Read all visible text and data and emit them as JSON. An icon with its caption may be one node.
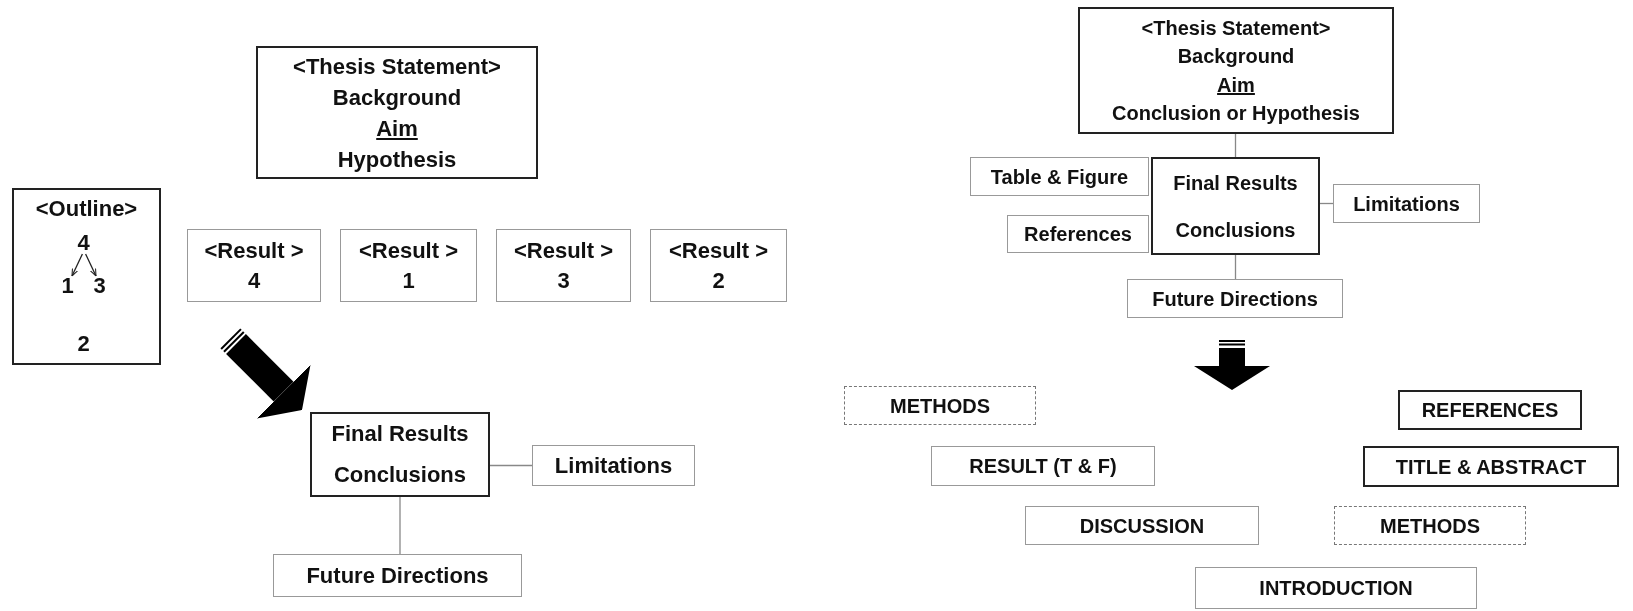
{
  "diagram": {
    "nodes": [
      {
        "text": [
          "<Thesis Statement>",
          "Background",
          "Aim",
          "Hypothesis"
        ]
      },
      {
        "text": [
          "<Outline>"
        ]
      },
      {
        "text": [
          "4"
        ],
        "in": 1
      },
      {
        "text": [
          "1"
        ],
        "in": 1
      },
      {
        "text": [
          "3"
        ],
        "in": 1
      },
      {
        "text": [
          "2"
        ],
        "in": 1
      },
      {
        "text": [
          "<Result >",
          "4"
        ]
      },
      {
        "text": [
          "<Result >",
          "1"
        ]
      },
      {
        "text": [
          "<Result >",
          "3"
        ]
      },
      {
        "text": [
          "<Result >",
          "2"
        ]
      },
      {
        "text": [
          "Final Results",
          "Conclusions"
        ]
      },
      {
        "text": [
          "Limitations"
        ]
      },
      {
        "text": [
          "Future Directions"
        ]
      },
      {
        "text": [
          "<Thesis Statement>",
          "Background",
          "Aim",
          "Conclusion or Hypothesis"
        ]
      },
      {
        "text": [
          "Table & Figure"
        ]
      },
      {
        "text": [
          "Final Results",
          "Conclusions"
        ]
      },
      {
        "text": [
          "References"
        ]
      },
      {
        "text": [
          "Limitations"
        ]
      },
      {
        "text": [
          "Future Directions"
        ]
      },
      {
        "text": [
          "METHODS"
        ]
      },
      {
        "text": [
          "REFERENCES"
        ]
      },
      {
        "text": [
          "RESULT (T & F)"
        ]
      },
      {
        "text": [
          "TITLE & ABSTRACT"
        ]
      },
      {
        "text": [
          "DISCUSSION"
        ]
      },
      {
        "text": [
          "METHODS"
        ]
      },
      {
        "text": [
          "INTRODUCTION"
        ]
      }
    ],
    "edges": [
      {
        "from": 2,
        "to": 3,
        "arrow": "to",
        "color": "#222222"
      },
      {
        "from": 2,
        "to": 4,
        "arrow": "to",
        "color": "#222222"
      },
      {
        "from": null,
        "to": 10,
        "arrow": "to",
        "style": "thick",
        "color": "#000000"
      },
      {
        "from": 10,
        "to": 11,
        "arrow": "none"
      },
      {
        "from": 10,
        "to": 12,
        "arrow": "none"
      },
      {
        "from": 13,
        "to": 15,
        "arrow": "none"
      },
      {
        "from": 15,
        "to": 17,
        "arrow": "none"
      },
      {
        "from": 15,
        "to": 18,
        "arrow": "none"
      }
    ]
  }
}
